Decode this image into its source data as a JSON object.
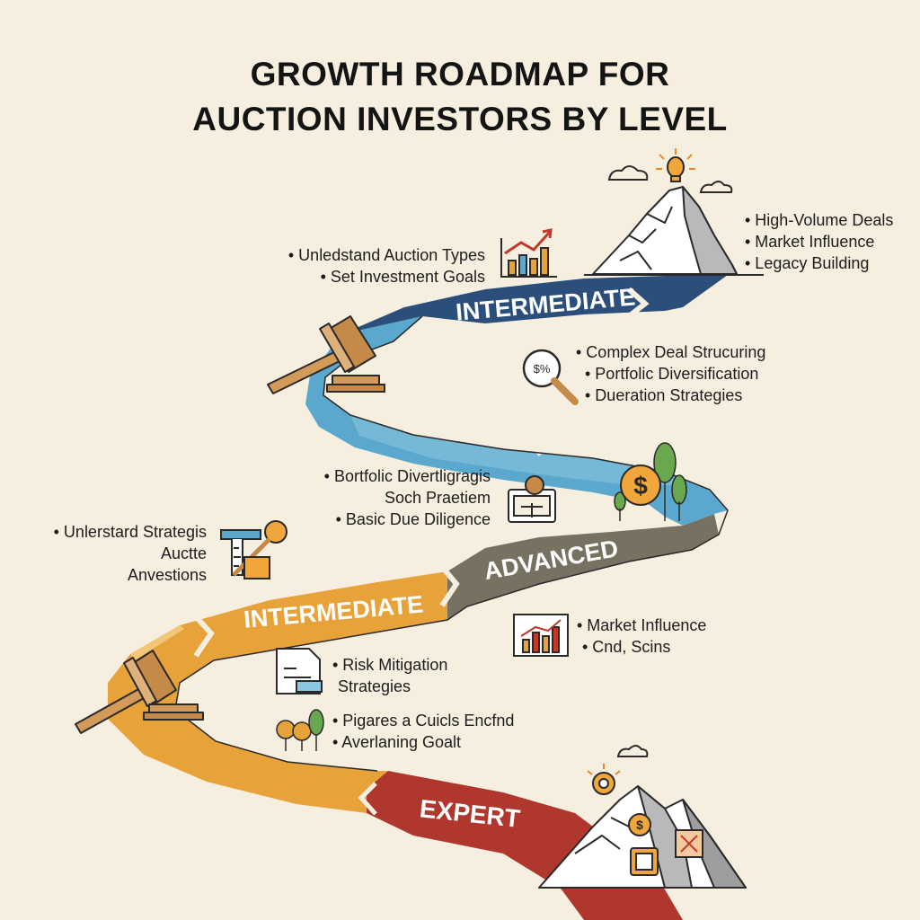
{
  "title": {
    "line1": "GROWTH ROADMAP FOR",
    "line2": "AUCTION INVESTORS BY LEVEL"
  },
  "stages": {
    "top_label": "INTERMEDIATE",
    "mid_right_label": "ADVANCED",
    "mid_left_label": "INTERMEDIATE",
    "bottom_label": "EXPERT"
  },
  "notes": {
    "summit": [
      "• High-Volume Deals",
      "• Market Influence",
      "• Legacy Building"
    ],
    "basics": [
      "• Unledstand Auction Types",
      "• Set Investment Goals"
    ],
    "complex": [
      "• Complex Deal Strucuring",
      "• Portfolic Diversification",
      "• Dueration Strategies"
    ],
    "portfolio": [
      "• Bortfolic Divertligragis",
      "Soch Praetiem",
      "• Basic Due Diligence"
    ],
    "strategy": [
      "• Unlerstard Strategis",
      "Auctte",
      "Anvestions"
    ],
    "market": [
      "• Market Influence",
      "• Cnd, Scins"
    ],
    "risk": [
      "• Risk Mitigation",
      "Strategies"
    ],
    "goals": [
      "• Pigares a Cuicls Encfnd",
      "• Averlaning Goalt"
    ]
  },
  "icons": {
    "mountain_top": "mountain-peak-icon",
    "lightbulb": "lightbulb-icon",
    "gavel": "gavel-icon",
    "growth_chart": "growth-chart-icon",
    "magnifier": "magnifier-icon",
    "dollar": "dollar-coin-icon",
    "tree": "tree-icon",
    "pencil_ruler": "pencil-ruler-icon",
    "bar_chart": "bar-chart-icon",
    "document": "document-icon",
    "money_bill": "money-bill-icon",
    "mountain_bottom": "mountain-icon",
    "target": "target-icon"
  },
  "colors": {
    "background": "#f6efdf",
    "navy": "#2b4f7a",
    "blue": "#5aa8cd",
    "gray": "#777162",
    "orange": "#e8a23a",
    "red": "#b0372d",
    "gavel_wood": "#c58a48"
  }
}
